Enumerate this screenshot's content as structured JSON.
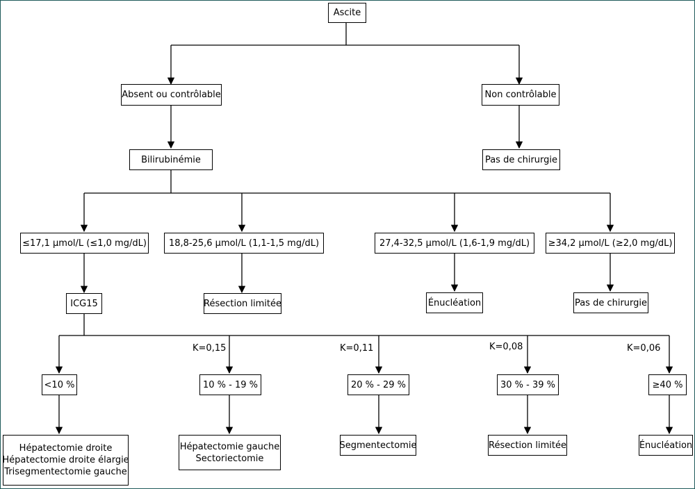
{
  "nodes": {
    "ascite": "Ascite",
    "absent": "Absent ou contrôlable",
    "non_controlable": "Non contrôlable",
    "pas_chirurgie_1": "Pas de chirurgie",
    "bilirubinemie": "Bilirubinémie",
    "bili_1": "≤17,1 μmol/L (≤1,0 mg/dL)",
    "bili_2": "18,8-25,6 μmol/L (1,1-1,5 mg/dL)",
    "bili_3": "27,4-32,5 μmol/L (1,6-1,9 mg/dL)",
    "bili_4": "≥34,2 μmol/L (≥2,0 mg/dL)",
    "icg15": "ICG15",
    "resection_limitee_1": "Résection limitée",
    "enucleation_1": "Énucléation",
    "pas_chirurgie_2": "Pas de chirurgie",
    "icg_1": "<10 %",
    "icg_2": "10 % - 19 %",
    "icg_3": "20 % - 29 %",
    "icg_4": "30 % - 39 %",
    "icg_5": "≥40 %",
    "result_1": [
      "Hépatectomie droite",
      "Hépatectomie droite élargie",
      "Trisegmentectomie gauche"
    ],
    "result_2": [
      "Hépatectomie gauche",
      "Sectoriectomie"
    ],
    "result_3": "Segmentectomie",
    "result_4": "Résection limitée",
    "result_5": "Énucléation"
  },
  "k_labels": {
    "k1": "K=0,15",
    "k2": "K=0,11",
    "k3": "K=0,08",
    "k4": "K=0,06"
  }
}
